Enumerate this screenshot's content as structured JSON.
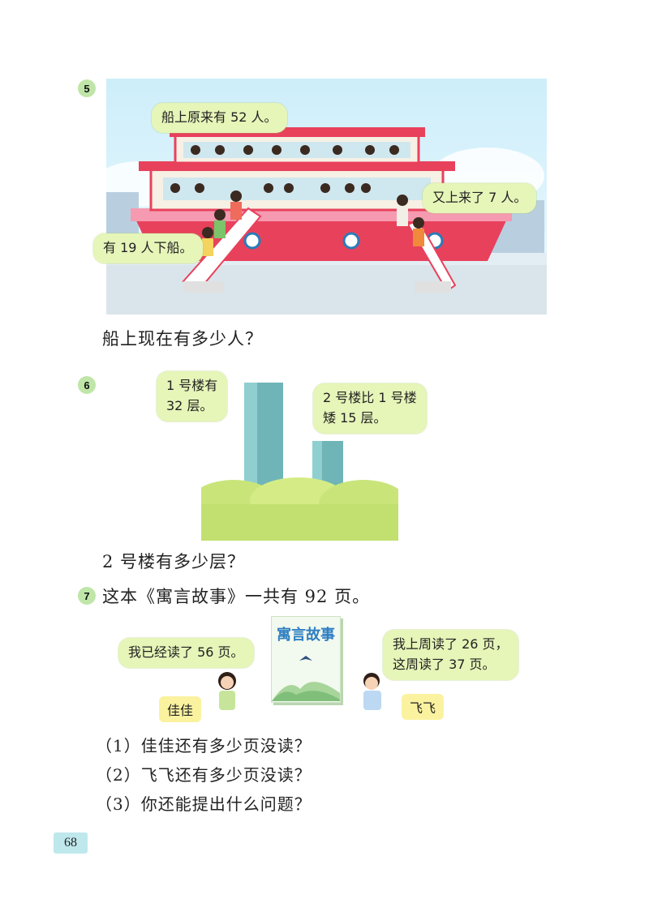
{
  "problem5": {
    "number": "5",
    "bubble_top": "船上原来有 52 人。",
    "bubble_right": "又上来了 7 人。",
    "bubble_left": "有 19 人下船。",
    "question": "船上现在有多少人？"
  },
  "problem6": {
    "number": "6",
    "bubble_left_line1": "1 号楼有",
    "bubble_left_line2": "32 层。",
    "bubble_right_line1": "2 号楼比 1 号楼",
    "bubble_right_line2": "矮 15 层。",
    "question": "2 号楼有多少层？"
  },
  "problem7": {
    "number": "7",
    "statement": "这本《寓言故事》一共有 92 页。",
    "book_title": "寓言故事",
    "bubble_left": "我已经读了 56 页。",
    "bubble_right_line1": "我上周读了 26 页，",
    "bubble_right_line2": "这周读了 37 页。",
    "name_left": "佳佳",
    "name_right": "飞飞",
    "sub_questions": [
      "（1）佳佳还有多少页没读？",
      "（2）飞飞还有多少页没读？",
      "（3）你还能提出什么问题？"
    ]
  },
  "page_number": "68"
}
